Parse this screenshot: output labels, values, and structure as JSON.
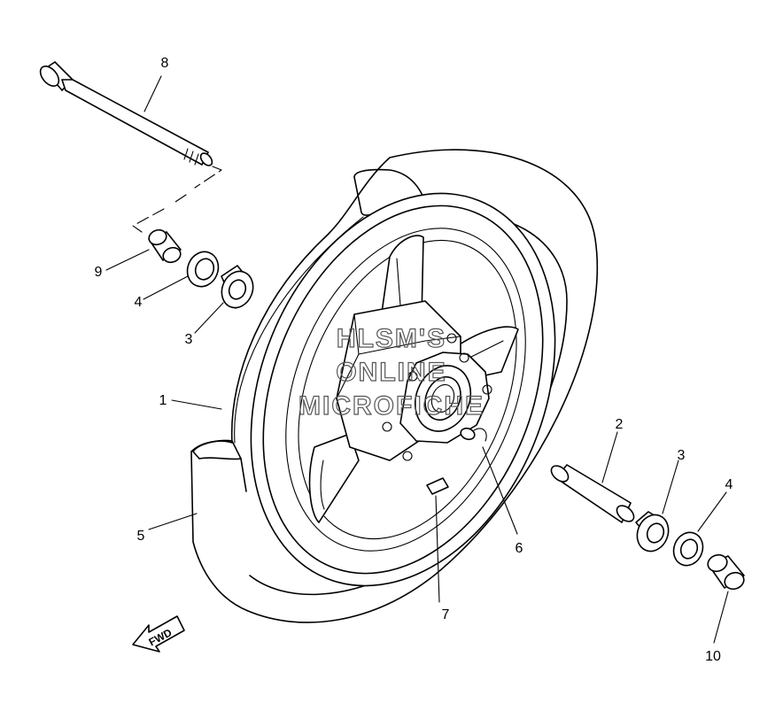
{
  "callouts": {
    "c1": "1",
    "c2": "2",
    "c3a": "3",
    "c3b": "3",
    "c4a": "4",
    "c4b": "4",
    "c5": "5",
    "c6": "6",
    "c7": "7",
    "c8": "8",
    "c9": "9",
    "c10": "10"
  },
  "watermark": {
    "line1": "HLSM'S",
    "line2": "ONLINE",
    "line3": "MICROFICHE"
  },
  "direction_badge": "FWD",
  "colors": {
    "line": "#000000",
    "background": "#ffffff",
    "watermark": "#555555"
  }
}
